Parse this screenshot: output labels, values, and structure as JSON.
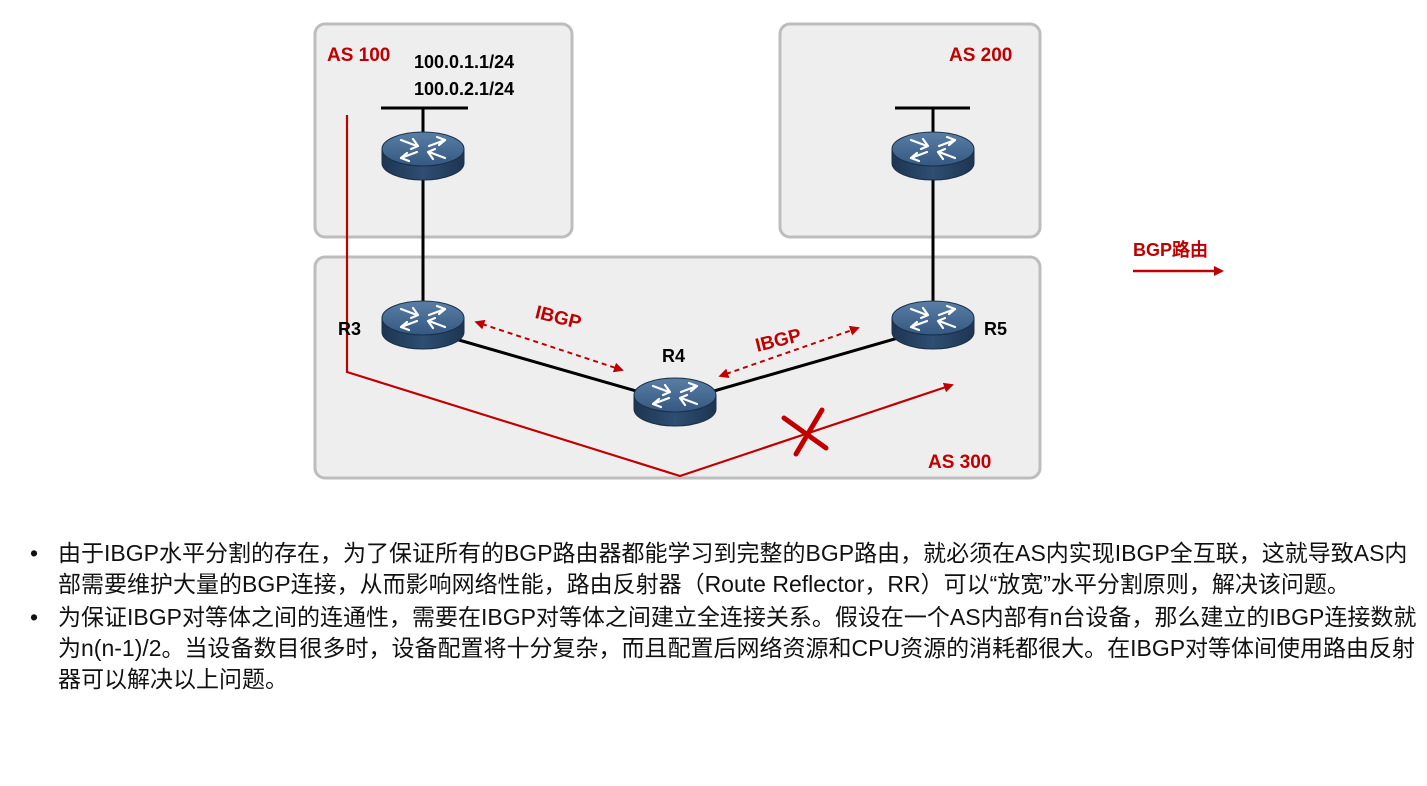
{
  "diagram": {
    "as100_label": "AS 100",
    "as200_label": "AS 200",
    "as300_label": "AS 300",
    "ip1": "100.0.1.1/24",
    "ip2": "100.0.2.1/24",
    "r3_label": "R3",
    "r4_label": "R4",
    "r5_label": "R5",
    "ibgp_left": "IBGP",
    "ibgp_right": "IBGP",
    "legend_label": "BGP路由",
    "accent_color": "#c00000",
    "router_color": "#2b4a6b",
    "icons": [
      "router-icon",
      "blocked-x-icon",
      "arrow-right-icon"
    ]
  },
  "bullets": [
    "由于IBGP水平分割的存在，为了保证所有的BGP路由器都能学习到完整的BGP路由，就必须在AS内实现IBGP全互联，这就导致AS内部需要维护大量的BGP连接，从而影响网络性能，路由反射器（Route Reflector，RR）可以“放宽”水平分割原则，解决该问题。",
    "为保证IBGP对等体之间的连通性，需要在IBGP对等体之间建立全连接关系。假设在一个AS内部有n台设备，那么建立的IBGP连接数就为n(n-1)/2。当设备数目很多时，设备配置将十分复杂，而且配置后网络资源和CPU资源的消耗都很大。在IBGP对等体间使用路由反射器可以解决以上问题。"
  ],
  "bullet_symbol": "•"
}
